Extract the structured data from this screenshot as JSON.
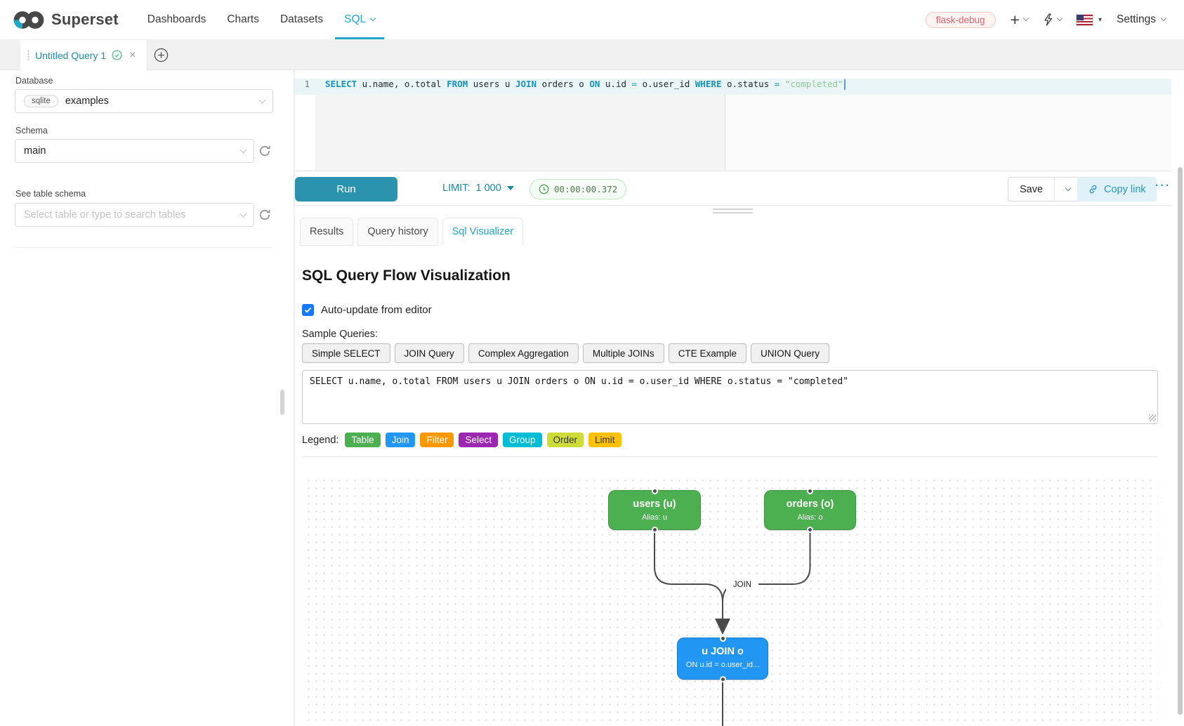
{
  "navbar": {
    "brand": "Superset",
    "menu": [
      {
        "label": "Dashboards"
      },
      {
        "label": "Charts"
      },
      {
        "label": "Datasets"
      },
      {
        "label": "SQL",
        "active": true
      }
    ],
    "environment_tag": "flask-debug",
    "settings_label": "Settings"
  },
  "tabstrip": {
    "tab_label": "Untitled Query 1"
  },
  "sidebar": {
    "database_label": "Database",
    "database_engine": "sqlite",
    "database_value": "examples",
    "schema_label": "Schema",
    "schema_value": "main",
    "table_schema_label": "See table schema",
    "table_placeholder": "Select table or type to search tables"
  },
  "editor": {
    "line_number": "1",
    "tokens": [
      {
        "text": "SELECT",
        "type": "keyword"
      },
      {
        "text": " u.name, o.total ",
        "type": "plain"
      },
      {
        "text": "FROM",
        "type": "keyword"
      },
      {
        "text": " users u ",
        "type": "plain"
      },
      {
        "text": "JOIN",
        "type": "keyword"
      },
      {
        "text": " orders o ",
        "type": "plain"
      },
      {
        "text": "ON",
        "type": "keyword"
      },
      {
        "text": " u.id ",
        "type": "plain"
      },
      {
        "text": "=",
        "type": "operator"
      },
      {
        "text": " o.user_id ",
        "type": "plain"
      },
      {
        "text": "WHERE",
        "type": "keyword"
      },
      {
        "text": " o.status ",
        "type": "plain"
      },
      {
        "text": "=",
        "type": "operator"
      },
      {
        "text": " ",
        "type": "plain"
      },
      {
        "text": "\"completed\"",
        "type": "string"
      }
    ]
  },
  "toolbar": {
    "run_label": "Run",
    "limit_label": "LIMIT:",
    "limit_value": "1 000",
    "elapsed_time": "00:00:00.372",
    "save_label": "Save",
    "copy_link_label": "Copy link",
    "more_label": "···"
  },
  "south_tabs": [
    {
      "label": "Results"
    },
    {
      "label": "Query history"
    },
    {
      "label": "Sql Visualizer",
      "active": true
    }
  ],
  "visualizer": {
    "title": "SQL Query Flow Visualization",
    "auto_update_label": "Auto-update from editor",
    "auto_update_checked": true,
    "sample_queries_label": "Sample Queries:",
    "sample_queries": [
      "Simple SELECT",
      "JOIN Query",
      "Complex Aggregation",
      "Multiple JOINs",
      "CTE Example",
      "UNION Query"
    ],
    "query_text": "SELECT u.name, o.total FROM users u JOIN orders o ON u.id = o.user_id WHERE o.status = \"completed\"",
    "legend_label": "Legend:",
    "legend": [
      {
        "label": "Table",
        "color": "#4caf50",
        "text_color": "#ffffff"
      },
      {
        "label": "Join",
        "color": "#2196f3",
        "text_color": "#ffffff"
      },
      {
        "label": "Filter",
        "color": "#ff9800",
        "text_color": "#ffffff"
      },
      {
        "label": "Select",
        "color": "#9c27b0",
        "text_color": "#ffffff"
      },
      {
        "label": "Group",
        "color": "#00bcd4",
        "text_color": "#ffffff"
      },
      {
        "label": "Order",
        "color": "#cddc39",
        "text_color": "#333333"
      },
      {
        "label": "Limit",
        "color": "#ffc107",
        "text_color": "#333333"
      }
    ],
    "flow": {
      "nodes": [
        {
          "title": "users (u)",
          "subtitle": "Alias: u",
          "color": "#4caf50"
        },
        {
          "title": "orders (o)",
          "subtitle": "Alias: o",
          "color": "#4caf50"
        },
        {
          "title": "u JOIN o",
          "subtitle": "ON u.id = o.user_id...",
          "color": "#2196f3"
        }
      ],
      "edge_label": "JOIN"
    }
  },
  "colors": {
    "accent": "#20a7c9",
    "environment_tag_text": "#e2636e"
  }
}
